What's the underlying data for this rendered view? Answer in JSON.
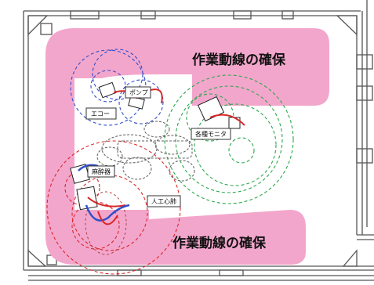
{
  "zones": {
    "upper_label": "作業動線の確保",
    "lower_label": "作業動線の確保",
    "fill_color": "#f3a6cc"
  },
  "equipment": {
    "echo": "エコー",
    "pump": "ポンプ",
    "monitors": "各種モニタ",
    "anesthesia": "麻酔器",
    "heart_lung": "人工心肺"
  },
  "colors": {
    "blue_zone": "#3050c8",
    "green_zone": "#2aa84a",
    "red_zone": "#d82828",
    "walls": "#555555"
  }
}
